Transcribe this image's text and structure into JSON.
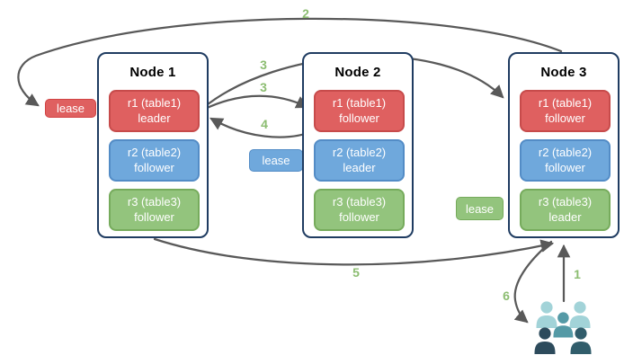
{
  "nodes": [
    {
      "title": "Node 1",
      "replicas": [
        {
          "name": "r1 (table1)",
          "role": "leader"
        },
        {
          "name": "r2 (table2)",
          "role": "follower"
        },
        {
          "name": "r3 (table3)",
          "role": "follower"
        }
      ]
    },
    {
      "title": "Node 2",
      "replicas": [
        {
          "name": "r1 (table1)",
          "role": "follower"
        },
        {
          "name": "r2 (table2)",
          "role": "leader"
        },
        {
          "name": "r3 (table3)",
          "role": "follower"
        }
      ]
    },
    {
      "title": "Node 3",
      "replicas": [
        {
          "name": "r1 (table1)",
          "role": "follower"
        },
        {
          "name": "r2 (table2)",
          "role": "follower"
        },
        {
          "name": "r3 (table3)",
          "role": "leader"
        }
      ]
    }
  ],
  "leases": {
    "red": "lease",
    "blue": "lease",
    "green": "lease"
  },
  "steps": {
    "s1": "1",
    "s2": "2",
    "s3_to_node2": "3",
    "s3_to_node3": "3",
    "s4": "4",
    "s5": "5",
    "s6": "6"
  },
  "icons": {
    "clients": "people-group-icon"
  },
  "colors": {
    "node_border": "#1f3c61",
    "replica_red": "#df6060",
    "replica_red_border": "#c74b4b",
    "replica_blue": "#6fa8dc",
    "replica_blue_border": "#538cc6",
    "replica_green": "#93c47d",
    "replica_green_border": "#76ab5c",
    "arrow": "#595959",
    "step_number": "#8cbd71",
    "people_light": "#a2d3d8",
    "people_mid": "#559aa6",
    "people_dark": "#2d4b5c",
    "people_dark2": "#315d6b"
  }
}
